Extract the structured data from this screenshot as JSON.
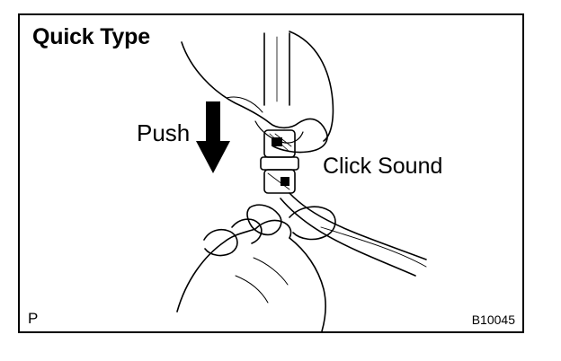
{
  "title": "Quick Type",
  "labels": {
    "push": "Push",
    "click_sound": "Click Sound"
  },
  "corner_mark": "P",
  "figure_code": "B10045",
  "icons": {
    "arrow": "push-arrow-down-icon"
  }
}
